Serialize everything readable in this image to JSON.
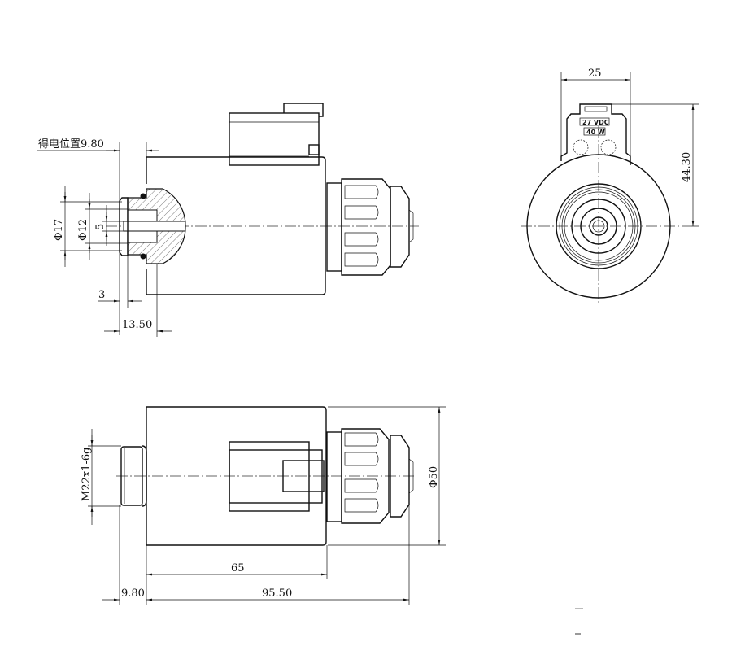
{
  "front_view": {
    "energized_position_label": "得电位置9.80",
    "dim_d17": "Φ17",
    "dim_d12": "Φ12",
    "dim_5": "5",
    "dim_3": "3",
    "dim_13_50": "13.50"
  },
  "side_view": {
    "dim_25": "25",
    "dim_44_30": "44.30",
    "voltage_label": "27 VDC",
    "power_label": "40 W"
  },
  "top_view": {
    "thread_label": "M22x1-6g",
    "dim_d50": "Φ50",
    "dim_65": "65",
    "dim_9_80": "9.80",
    "dim_95_50": "95.50"
  }
}
